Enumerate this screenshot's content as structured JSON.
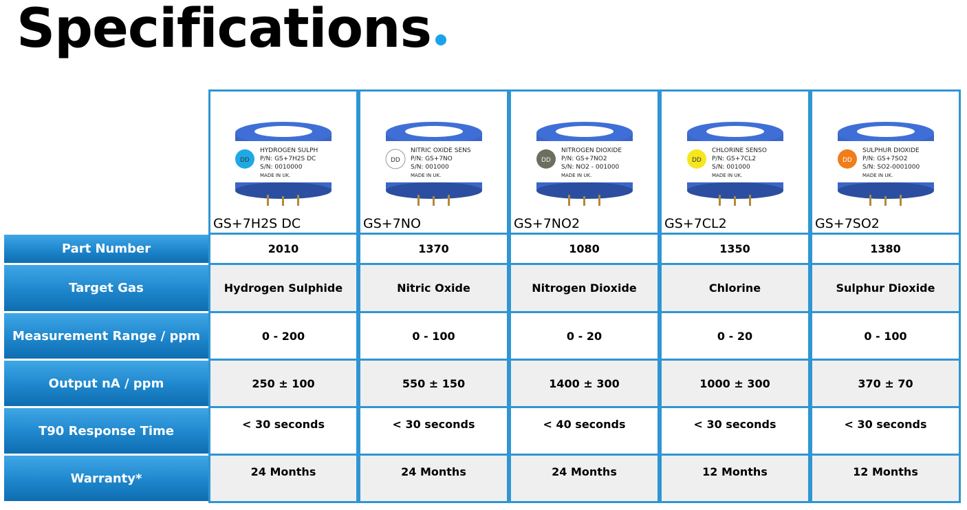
{
  "title": "Specifications",
  "accent_color": "#1aa3e8",
  "grid_color": "#2f95d3",
  "header_gradient": [
    "#3fa7e6",
    "#0f6db1"
  ],
  "products": [
    {
      "model": "GS+7H2S DC",
      "label_lines": [
        "HYDROGEN SULPH",
        "P/N: GS+7H2S DC",
        "S/N: 0010000",
        "MADE IN UK."
      ],
      "logo_color": "#1fa8e6",
      "logo_text": "DD"
    },
    {
      "model": "GS+7NO",
      "label_lines": [
        "NITRIC OXIDE SENS",
        "P/N: GS+7NO",
        "S/N: 001000",
        "MADE IN UK."
      ],
      "logo_color": "#ffffff",
      "logo_text": "DD"
    },
    {
      "model": "GS+7NO2",
      "label_lines": [
        "NITROGEN DIOXIDE",
        "P/N: GS+7NO2",
        "S/N: NO2 - 001000",
        "MADE IN UK."
      ],
      "logo_color": "#6b6f5e",
      "logo_text": "DD"
    },
    {
      "model": "GS+7CL2",
      "label_lines": [
        "CHLORINE SENSO",
        "P/N: GS+7CL2",
        "S/N: 001000",
        "MADE IN UK."
      ],
      "logo_color": "#f5e620",
      "logo_text": "DD"
    },
    {
      "model": "GS+7SO2",
      "label_lines": [
        "SULPHUR DIOXIDE",
        "P/N: GS+7SO2",
        "S/N: SO2-0001000",
        "MADE IN UK."
      ],
      "logo_color": "#f07d1a",
      "logo_text": "DD"
    }
  ],
  "rows": [
    {
      "label": "Part Number",
      "values": [
        "2010",
        "1370",
        "1080",
        "1350",
        "1380"
      ]
    },
    {
      "label": "Target Gas",
      "values": [
        "Hydrogen Sulphide",
        "Nitric Oxide",
        "Nitrogen Dioxide",
        "Chlorine",
        "Sulphur Dioxide"
      ]
    },
    {
      "label": "Measurement Range / ppm",
      "values": [
        "0 - 200",
        "0 - 100",
        "0 - 20",
        "0 - 20",
        "0 - 100"
      ]
    },
    {
      "label": "Output nA / ppm",
      "values": [
        "250 ± 100",
        "550 ± 150",
        "1400 ± 300",
        "1000 ± 300",
        "370 ± 70"
      ]
    },
    {
      "label": "T90 Response Time",
      "values": [
        "< 30 seconds",
        "< 30 seconds",
        "< 40 seconds",
        "< 30 seconds",
        "< 30 seconds"
      ]
    },
    {
      "label": "Warranty*",
      "values": [
        "24 Months",
        "24 Months",
        "24 Months",
        "12 Months",
        "12 Months"
      ]
    }
  ]
}
